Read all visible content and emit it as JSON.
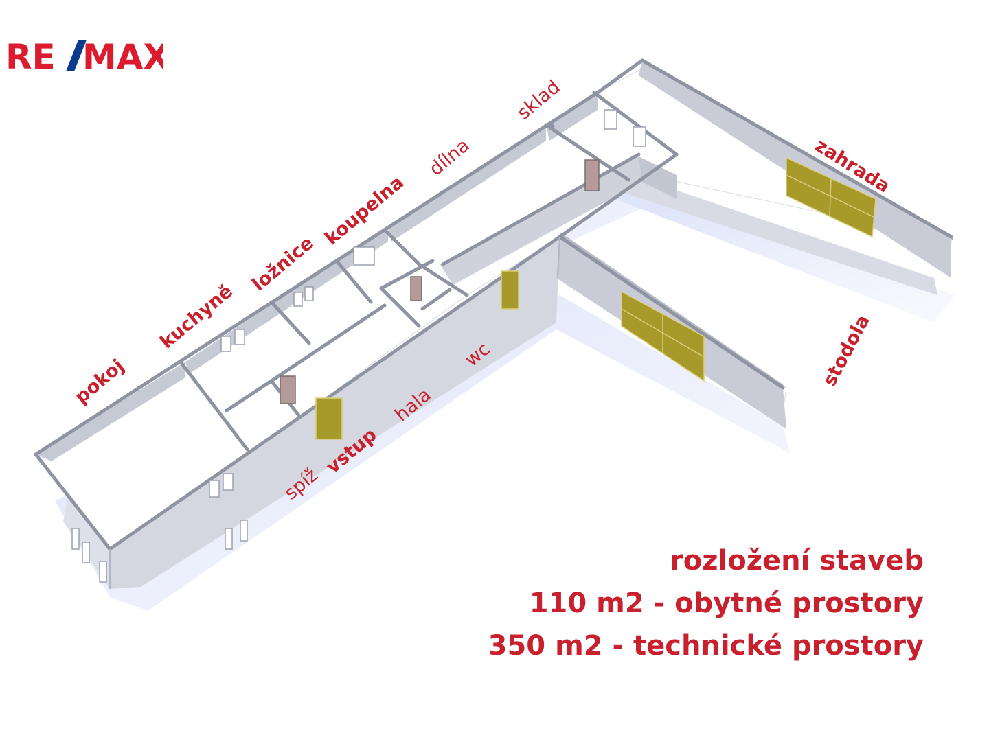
{
  "brand": {
    "logo_text": "RE/MAX",
    "red": "#dc1c2e",
    "blue": "#0b3b8c"
  },
  "colors": {
    "label_red": "#c8202c",
    "wall_top": "#9aa0ae",
    "wall_inner": "#c9ccd6",
    "wall_outer": "#dfe2ea",
    "floor": "#ffffff",
    "door_gold": "#a89a2a",
    "shadow": "#cfd8f5"
  },
  "rooms": {
    "pokoj": "pokoj",
    "kuchyne": "kuchyně",
    "loznice": "ložnice",
    "koupelna": "koupelna",
    "dilna": "dílna",
    "sklad": "sklad",
    "zahrada": "zahrada",
    "stodola": "stodola",
    "spiz": "spíž",
    "vstup": "vstup",
    "hala": "hala",
    "wc": "wc"
  },
  "summary": {
    "line1": "rozložení staveb",
    "line2": "110 m2 - obytné prostory",
    "line3": "350 m2 - technické prostory"
  }
}
